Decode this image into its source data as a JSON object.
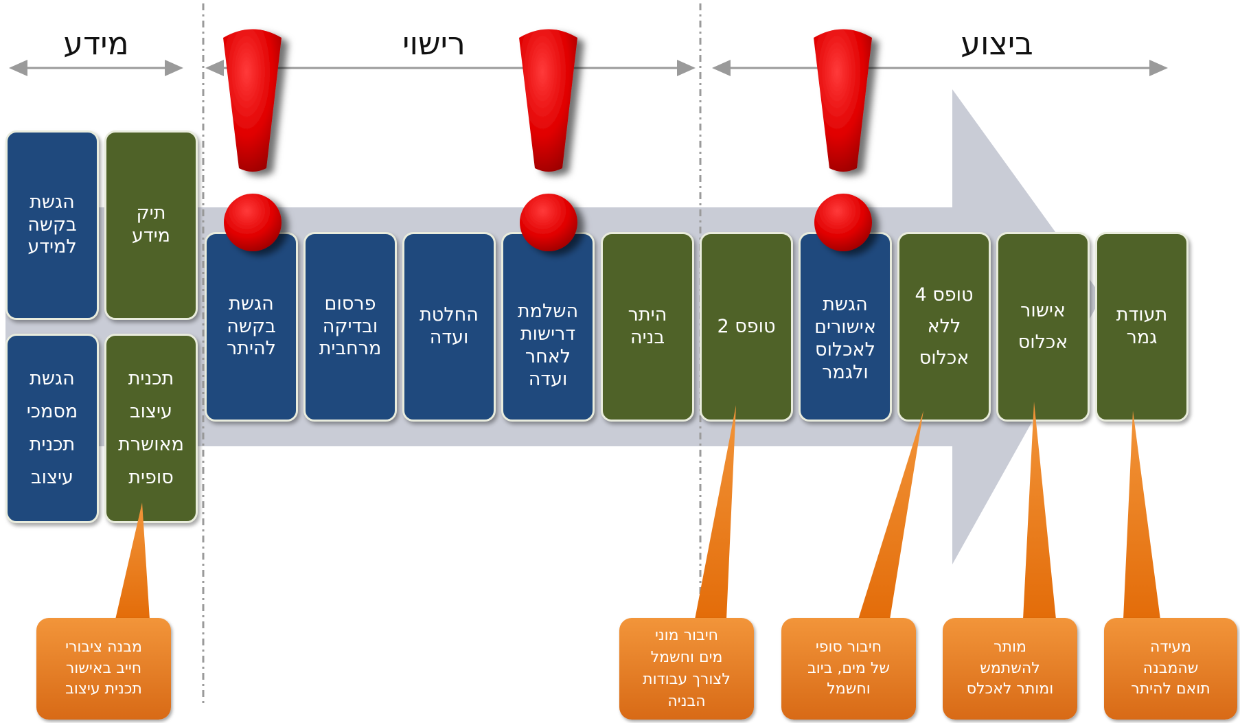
{
  "phases": {
    "info": "מידע",
    "licensing": "רישוי",
    "execution": "ביצוע"
  },
  "info_boxes": {
    "request_info": "הגשת\nבקשה\nלמידע",
    "info_file": "תיק\nמידע",
    "submit_design_docs": "הגשת\nמסמכי\nתכנית\nעיצוב",
    "approved_design_plan": "תכנית\nעיצוב\nמאושרת\nסופית"
  },
  "steps": [
    {
      "label": "הגשת\nבקשה\nלהיתר",
      "color": "blue"
    },
    {
      "label": "פרסום\nובדיקה\nמרחבית",
      "color": "blue"
    },
    {
      "label": "החלטת\nועדה",
      "color": "blue"
    },
    {
      "label": "השלמת\nדרישות\nלאחר\nועדה",
      "color": "blue"
    },
    {
      "label": "היתר\nבניה",
      "color": "green"
    },
    {
      "label": "טופס  2",
      "color": "green"
    },
    {
      "label": "הגשת\nאישורים\nלאכלוס\nולגמר",
      "color": "blue"
    },
    {
      "label": "טופס 4\nללא\nאכלוס",
      "color": "green"
    },
    {
      "label": "אישור\nאכלוס",
      "color": "green"
    },
    {
      "label": "תעודת\nגמר",
      "color": "green"
    }
  ],
  "callouts": {
    "public_building": "מבנה ציבורי\nחייב באישור\nתכנית עיצוב",
    "water_electric_meters": "חיבור מוני\nמים וחשמל\nלצורך עבודות\nהבניה",
    "final_connection": "חיבור  סופי\nשל מים, ביוב\nוחשמל",
    "use_and_occupy": "מותר\nלהשתמש\nומותר לאכלס",
    "certifies_conformity": "מעידה\nשהמבנה\nתואם להיתר"
  },
  "colors": {
    "blue_box": "#1f497d",
    "green_box": "#4f6228",
    "arrow": "#c9ccd6",
    "callout": "#e36c09",
    "exclamation": "#e00000"
  },
  "icons": [
    "exclamation-icon"
  ]
}
